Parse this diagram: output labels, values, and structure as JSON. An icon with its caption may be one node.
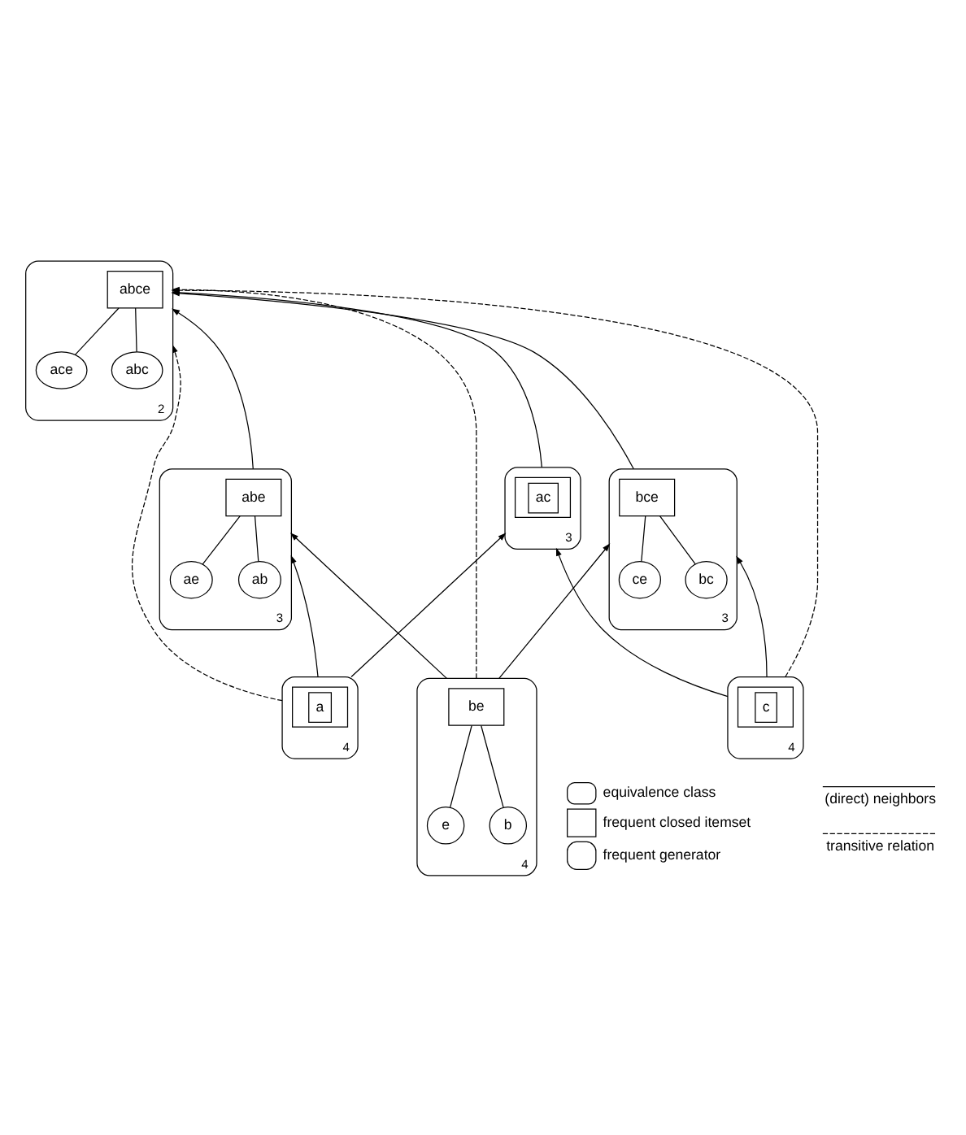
{
  "diagram": {
    "nodes": [
      {
        "text": [],
        "shape": "cloud",
        "beside": [
          "2"
        ]
      },
      {
        "text": [
          "abce"
        ],
        "in": 0
      },
      {
        "text": [
          "abc"
        ],
        "in": 0
      },
      {
        "text": [
          "ace"
        ],
        "in": 0
      },
      {
        "text": [],
        "shape": "cloud",
        "beside": [
          "3"
        ]
      },
      {
        "text": [
          "ac"
        ],
        "in": 4
      },
      {
        "text": [],
        "shape": "cloud",
        "beside": [
          "3"
        ]
      },
      {
        "text": [
          "abe"
        ],
        "in": 6
      },
      {
        "text": [
          "ab"
        ],
        "in": 6
      },
      {
        "text": [
          "ae"
        ],
        "in": 6
      },
      {
        "text": [],
        "shape": "cloud",
        "beside": [
          "3"
        ]
      },
      {
        "text": [
          "bce"
        ],
        "in": 10
      },
      {
        "text": [
          "bc"
        ],
        "in": 10
      },
      {
        "text": [
          "ce"
        ],
        "in": 10
      },
      {
        "text": [],
        "shape": "cloud",
        "beside": [
          "4"
        ]
      },
      {
        "text": [
          "a"
        ],
        "in": 14
      },
      {
        "text": [],
        "shape": "cloud",
        "beside": [
          "4"
        ]
      },
      {
        "text": [
          "be"
        ],
        "in": 16
      },
      {
        "text": [
          "b"
        ],
        "in": 16
      },
      {
        "text": [
          "e"
        ],
        "in": 16
      },
      {
        "text": [],
        "shape": "cloud",
        "beside": [
          "4"
        ]
      },
      {
        "text": [
          "c"
        ],
        "in": 20
      }
    ],
    "edges": [
      {
        "from": 1,
        "to": 2,
        "arrow": "none"
      },
      {
        "from": 1,
        "to": 3,
        "arrow": "none"
      },
      {
        "from": 7,
        "to": 8,
        "arrow": "none"
      },
      {
        "from": 7,
        "to": 9,
        "arrow": "none"
      },
      {
        "from": 11,
        "to": 12,
        "arrow": "none"
      },
      {
        "from": 11,
        "to": 13,
        "arrow": "none"
      },
      {
        "from": 17,
        "to": 18,
        "arrow": "none"
      },
      {
        "from": 17,
        "to": 19,
        "arrow": "none"
      },
      {
        "from": 4,
        "to": 0,
        "arrow": "to"
      },
      {
        "from": 6,
        "to": 0,
        "arrow": "to"
      },
      {
        "from": 10,
        "to": 0,
        "arrow": "to"
      },
      {
        "from": 14,
        "to": 4,
        "arrow": "to"
      },
      {
        "from": 14,
        "to": 0,
        "arrow": "to",
        "style": "dashed"
      },
      {
        "from": 14,
        "to": 6,
        "arrow": "to"
      },
      {
        "from": 16,
        "to": 6,
        "arrow": "to"
      },
      {
        "from": 16,
        "to": 0,
        "arrow": "to",
        "style": "dashed"
      },
      {
        "from": 16,
        "to": 10,
        "arrow": "to"
      },
      {
        "from": 20,
        "to": 0,
        "arrow": "to",
        "style": "dashed"
      },
      {
        "from": 20,
        "to": 10,
        "arrow": "to"
      },
      {
        "from": 20,
        "to": 4,
        "arrow": "to"
      }
    ],
    "legend": [
      {
        "text": "equivalence class"
      },
      {
        "text": "frequent closed itemset"
      },
      {
        "text": "frequent generator"
      },
      {
        "text": "(direct) neighbors"
      },
      {
        "text": "transitive relation"
      }
    ]
  }
}
